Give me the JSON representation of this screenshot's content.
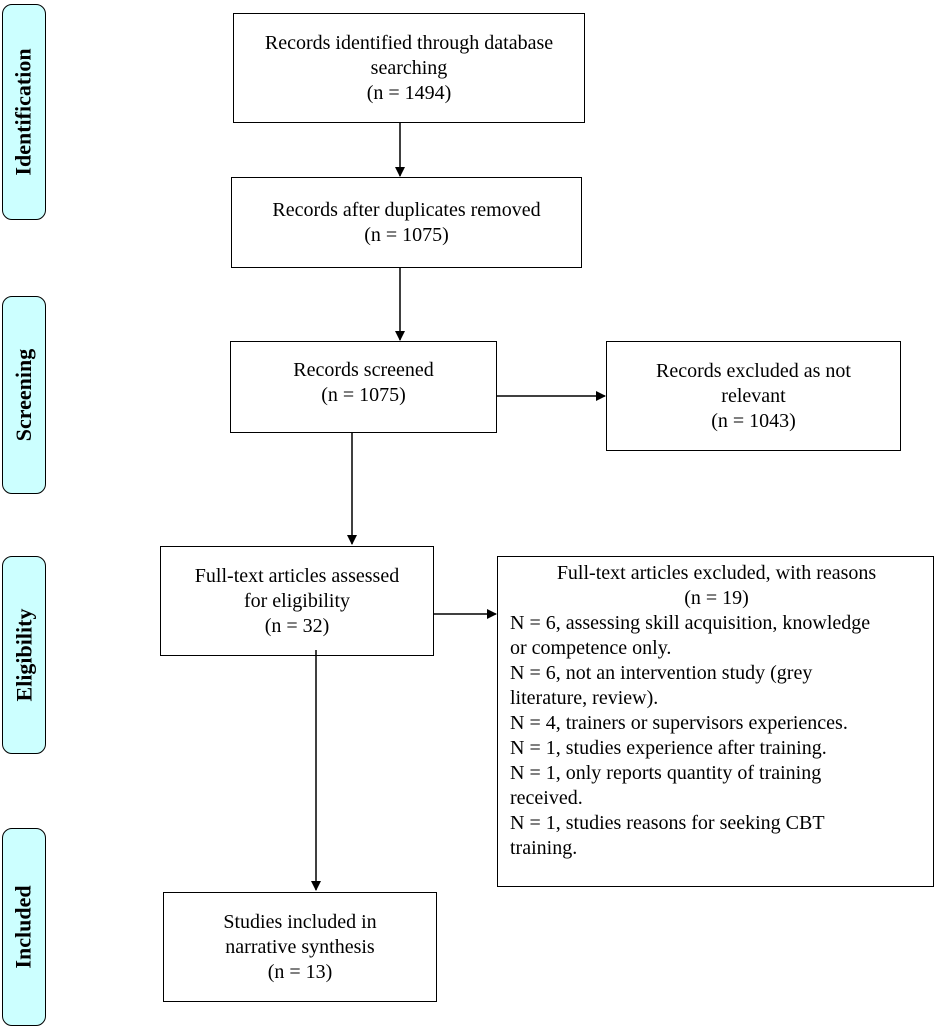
{
  "phases": {
    "identification": "Identification",
    "screening": "Screening",
    "eligibility": "Eligibility",
    "included": "Included"
  },
  "boxes": {
    "identified": {
      "line1": "Records identified through database",
      "line2": "searching",
      "count": "(n = 1494)"
    },
    "deduplicated": {
      "line1": "Records after duplicates removed",
      "count": "(n = 1075)"
    },
    "screened": {
      "line1": "Records screened",
      "count": "(n = 1075)"
    },
    "excluded_screen": {
      "line1": "Records excluded as not",
      "line2": "relevant",
      "count": "(n = 1043)"
    },
    "fulltext": {
      "line1": "Full-text articles assessed",
      "line2": "for eligibility",
      "count": "(n = 32)"
    },
    "fulltext_excluded": {
      "title": "Full-text articles excluded, with reasons",
      "count": "(n = 19)",
      "lines": [
        "N = 6, assessing skill acquisition, knowledge",
        "or competence only.",
        "N = 6, not an intervention study (grey",
        "literature, review).",
        "N = 4, trainers or supervisors experiences.",
        "N = 1, studies experience after training.",
        "N = 1, only reports quantity of training",
        "received.",
        "N = 1, studies reasons for seeking CBT",
        "training."
      ]
    },
    "included": {
      "line1": "Studies included in",
      "line2": "narrative synthesis",
      "count": "(n = 13)"
    }
  }
}
